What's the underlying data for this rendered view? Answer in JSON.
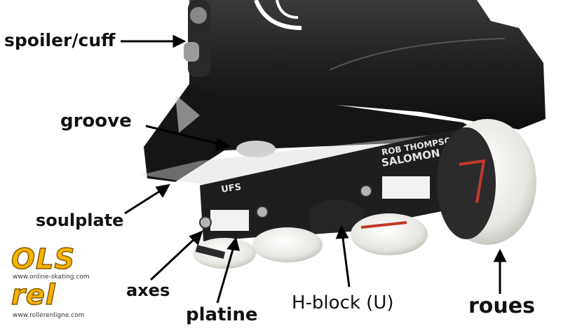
{
  "labels": {
    "spoiler": "spoiler/cuff",
    "groove": "groove",
    "soulplate": "soulplate",
    "axes": "axes",
    "platine": "platine",
    "hblock": "H-block (U)",
    "roues": "roues"
  },
  "skate_print": {
    "brand": "SALOMON",
    "model": "ROB THOMPSON",
    "ufs": "UFS"
  },
  "logos": {
    "ols": "OLS",
    "ols_url": "www.online-skating.com",
    "rel": "rel",
    "rel_url": "www.rollerenligne.com"
  },
  "colors": {
    "boot": "#1a1a1a",
    "wheel": "#ecebe6",
    "logo": "#f4b400"
  }
}
